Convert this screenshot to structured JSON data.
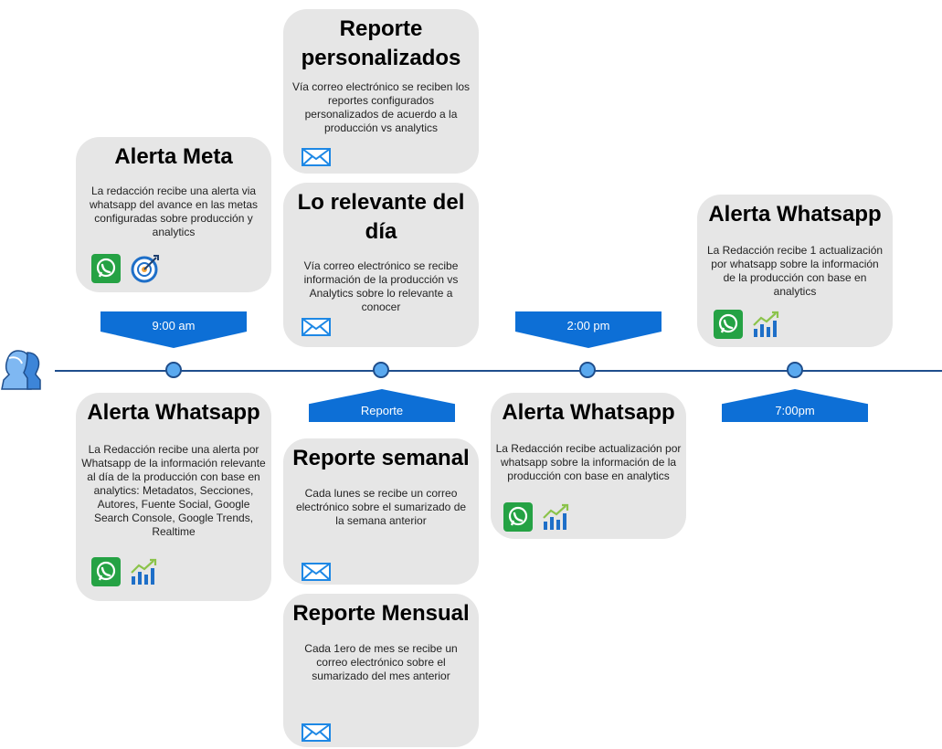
{
  "timeline": {
    "labels": {
      "t1": "9:00 am",
      "t2": "Reporte",
      "t3": "2:00 pm",
      "t4": "7:00pm"
    }
  },
  "cards": {
    "reporte_personalizados": {
      "title": "Reporte personalizados",
      "desc": "Vía correo electrónico se reciben los reportes configurados personalizados de acuerdo a la producción vs analytics"
    },
    "alerta_meta": {
      "title": "Alerta Meta",
      "desc": "La redacción recibe una alerta via whatsapp del avance en las metas configuradas sobre producción y analytics"
    },
    "lo_relevante": {
      "title": "Lo relevante del día",
      "desc": "Vía correo electrónico se recibe información de la producción vs Analytics sobre lo relevante a conocer"
    },
    "alerta_whatsapp_1": {
      "title": "Alerta Whatsapp",
      "desc": "La Redacción recibe 1 actualización por whatsapp sobre la información de la producción con base en analytics"
    },
    "alerta_whatsapp_2": {
      "title": "Alerta Whatsapp",
      "desc": "La Redacción recibe una alerta por Whatsapp de la información relevante al día de la producción con base en analytics: Metadatos, Secciones, Autores, Fuente Social, Google Search Console, Google Trends, Realtime"
    },
    "reporte_semanal": {
      "title": "Reporte semanal",
      "desc": "Cada lunes se recibe un correo electrónico sobre el sumarizado de la semana anterior"
    },
    "alerta_whatsapp_3": {
      "title": "Alerta Whatsapp",
      "desc": "La Redacción recibe actualización por whatsapp sobre la información de la producción con base en analytics"
    },
    "reporte_mensual": {
      "title": "Reporte Mensual",
      "desc": "Cada 1ero de mes se recibe un correo electrónico sobre el sumarizado del mes anterior"
    }
  },
  "colors": {
    "line": "#1f4e8c",
    "dot": "#5aa9ef",
    "banner": "#0d6fd6",
    "card": "#e6e6e6",
    "whatsapp": "#25a244",
    "mail": "#1e88e5"
  },
  "icons": [
    "people-icon",
    "whatsapp-icon",
    "target-icon",
    "mail-icon",
    "analytics-chart-icon"
  ]
}
